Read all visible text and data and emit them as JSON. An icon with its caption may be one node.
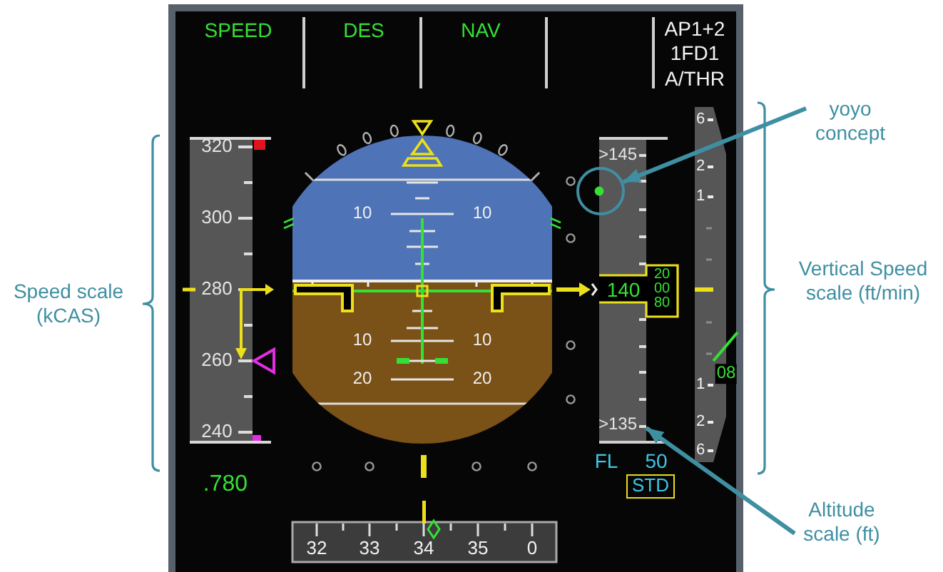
{
  "diagram": {
    "nodes": [
      {
        "text": [
          "yoyo concept"
        ]
      },
      {
        "text": [],
        "shape": "circle"
      },
      {
        "text": [
          "Altitude scale (ft)"
        ]
      },
      {
        "text": [],
        "shape": "bar"
      }
    ],
    "edges": [
      {
        "from": 0,
        "to": 1,
        "arrow": "to"
      },
      {
        "from": 2,
        "to": 3,
        "arrow": "to"
      }
    ],
    "labels": [
      "SPEED",
      "DES",
      "NAV",
      "AP1+2",
      "1FD1",
      "A/THR",
      "Speed scale (kCAS)",
      "320",
      "300",
      "280",
      "260",
      "240",
      ".780",
      "10",
      "10",
      "10",
      "10",
      "20",
      "20",
      ">145",
      "140",
      "20",
      "00",
      "80",
      ">135",
      "FL",
      "50",
      "STD",
      "6",
      "2",
      "1",
      "08",
      "1",
      "2",
      "6",
      "Vertical Speed scale (ft/min)",
      "32",
      "33",
      "34",
      "35",
      "0"
    ]
  }
}
